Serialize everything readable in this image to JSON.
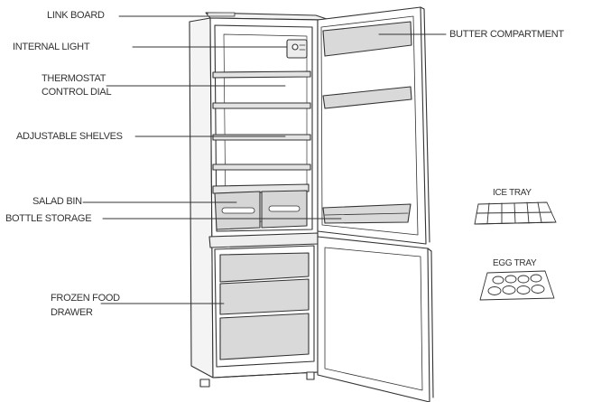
{
  "labels": {
    "link_board": "LINK BOARD",
    "internal_light": "INTERNAL LIGHT",
    "thermostat_line1": "THERMOSTAT",
    "thermostat_line2": "CONTROL DIAL",
    "adjustable_shelves": "ADJUSTABLE SHELVES",
    "salad_bin": "SALAD BIN",
    "bottle_storage": "BOTTLE STORAGE",
    "frozen_line1": "FROZEN FOOD",
    "frozen_line2": "DRAWER",
    "butter_compartment": "BUTTER COMPARTMENT"
  },
  "accessories": {
    "ice_tray": "ICE TRAY",
    "egg_tray": "EGG TRAY"
  },
  "colors": {
    "line": "#333333",
    "shade": "#d9d9d9",
    "shade_dark": "#c4c4c4"
  }
}
